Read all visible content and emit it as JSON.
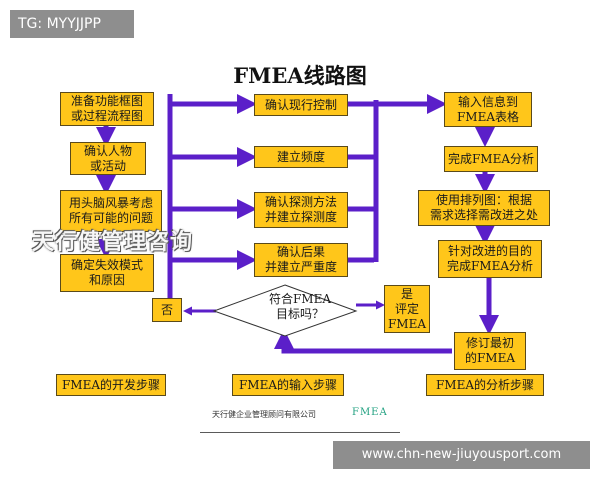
{
  "watermark_tag": "TG: MYYJJPP",
  "title": "FMEA线路图",
  "left_col": [
    "准备功能框图\n或过程流程图",
    "确认人物\n或活动",
    "用头脑风暴考虑\n所有可能的问题",
    "确定失效模式\n和原因"
  ],
  "mid_col": [
    "确认现行控制",
    "建立频度",
    "确认探测方法\n并建立探测度",
    "确认后果\n并建立严重度"
  ],
  "right_col": [
    "输入信息到\nFMEA表格",
    "完成FMEA分析",
    "使用排列图：根据\n需求选择需改进之处",
    "针对改进的目的\n完成FMEA分析",
    "修订最初\n的FMEA"
  ],
  "decision": {
    "text": "符合FMEA\n目标吗？",
    "no_label": "否",
    "yes_label": "是\n评定\nFMEA"
  },
  "steps": {
    "dev": "FMEA的开发步骤",
    "input": "FMEA的输入步骤",
    "analysis": "FMEA的分析步骤"
  },
  "overlay_watermark": "天行健管理咨询",
  "footer": {
    "company": "天行健企业管理顾问有限公司",
    "logo": "FMEA"
  },
  "site_tag": "www.chn-new-jiuyousport.com",
  "colors": {
    "box_fill": "#ffc61a",
    "arrow": "#5b1fc9",
    "background": "#ffffff"
  }
}
